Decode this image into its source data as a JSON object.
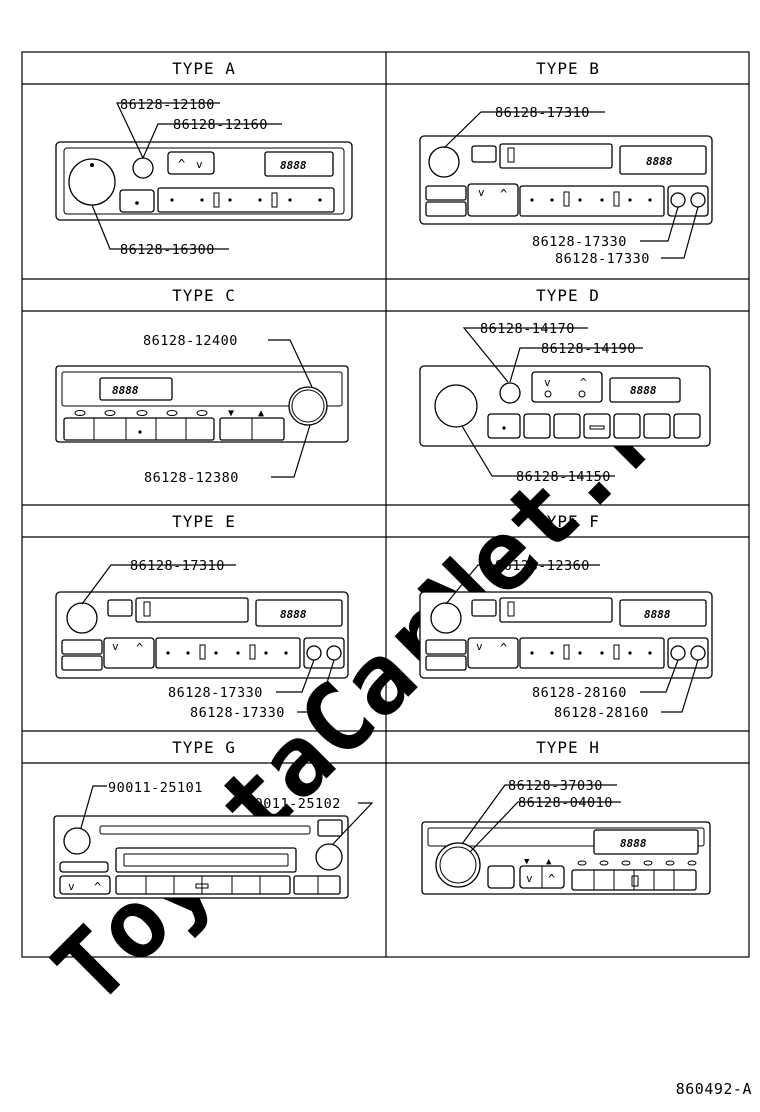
{
  "watermark": "ToyotaCarNet.ru",
  "figure_ref": "860492-A",
  "display_digits": "8888",
  "panels": {
    "a": {
      "header": "TYPE A",
      "labels": [
        "86128-12180",
        "86128-12160",
        "86128-16300"
      ]
    },
    "b": {
      "header": "TYPE B",
      "labels": [
        "86128-17310",
        "86128-17330",
        "86128-17330"
      ]
    },
    "c": {
      "header": "TYPE C",
      "labels": [
        "86128-12400",
        "86128-12380"
      ]
    },
    "d": {
      "header": "TYPE D",
      "labels": [
        "86128-14170",
        "86128-14190",
        "86128-14150"
      ]
    },
    "e": {
      "header": "TYPE E",
      "labels": [
        "86128-17310",
        "86128-17330",
        "86128-17330"
      ]
    },
    "f": {
      "header": "TYPE F",
      "labels": [
        "86128-12360",
        "86128-28160",
        "86128-28160"
      ]
    },
    "g": {
      "header": "TYPE G",
      "labels": [
        "90011-25101",
        "90011-25102"
      ]
    },
    "h": {
      "header": "TYPE H",
      "labels": [
        "86128-37030",
        "86128-04010"
      ]
    }
  }
}
